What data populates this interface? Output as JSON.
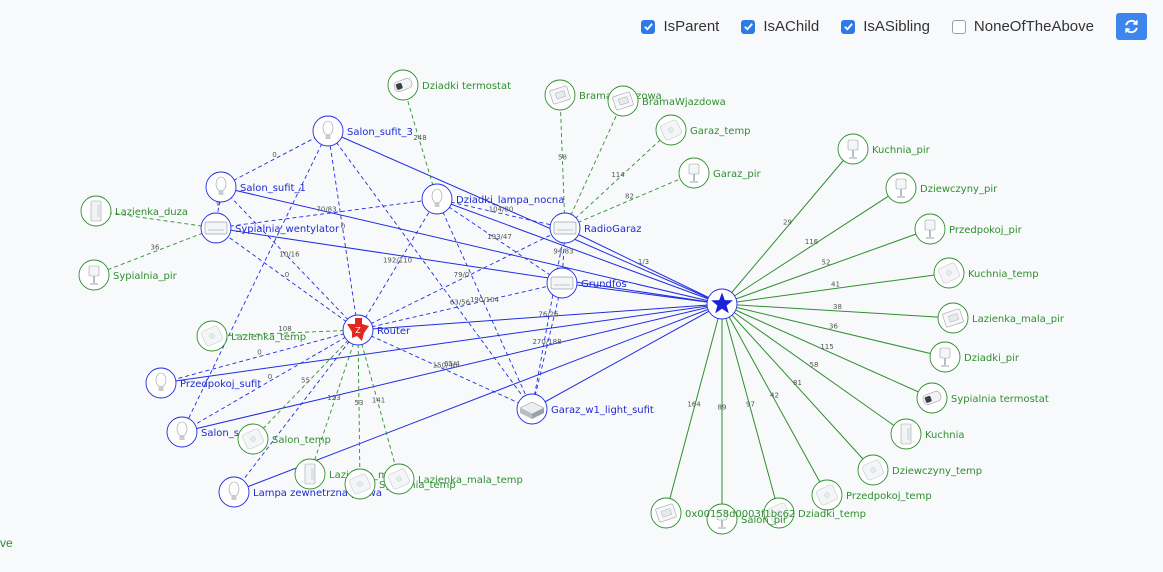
{
  "toolbar": {
    "checkboxes": [
      {
        "label": "IsParent",
        "checked": true
      },
      {
        "label": "IsAChild",
        "checked": true
      },
      {
        "label": "IsASibling",
        "checked": true
      },
      {
        "label": "NoneOfTheAbove",
        "checked": false
      }
    ],
    "refresh_icon": "refresh-icon"
  },
  "legend_fragment": "ve",
  "colors": {
    "parent": "#1f2de0",
    "sibling": "#2f8f2f",
    "router": "#e02020",
    "bg": "#f8f9fb"
  },
  "nodes": [
    {
      "id": "coord",
      "label": "",
      "kind": "coordinator",
      "icon": "star-icon"
    },
    {
      "id": "router",
      "label": "Router",
      "kind": "router",
      "icon": "router-icon"
    },
    {
      "id": "radiogaraz",
      "label": "RadioGaraz",
      "kind": "router",
      "icon": "plug-icon"
    },
    {
      "id": "grundfos",
      "label": "Grundfos",
      "kind": "router",
      "icon": "plug-icon"
    },
    {
      "id": "garazw1",
      "label": "Garaz_w1_light_sufit",
      "kind": "router",
      "icon": "box-icon"
    },
    {
      "id": "salon3",
      "label": "Salon_sufit_3",
      "kind": "router",
      "icon": "bulb-icon"
    },
    {
      "id": "salon1",
      "label": "Salon_sufit_1",
      "kind": "router",
      "icon": "bulb-icon"
    },
    {
      "id": "dzlampa",
      "label": "Dziadki_lampa_nocna",
      "kind": "router",
      "icon": "bulb-icon"
    },
    {
      "id": "sypwent",
      "label": "Sypialnia_wentylator",
      "kind": "router",
      "icon": "plug-icon"
    },
    {
      "id": "przedsuf",
      "label": "Przedpokoj_sufit",
      "kind": "router",
      "icon": "bulb-icon"
    },
    {
      "id": "salonsu",
      "label": "Salon_su",
      "kind": "router",
      "icon": "bulb-icon"
    },
    {
      "id": "lampazew",
      "label": "Lampa zewnetrzna prawa",
      "kind": "router",
      "icon": "bulb-icon"
    },
    {
      "id": "dztermo",
      "label": "Dziadki termostat",
      "kind": "end",
      "icon": "thermostat-icon"
    },
    {
      "id": "bramagar",
      "label": "BramaGarazowa",
      "kind": "end",
      "icon": "sensor-icon"
    },
    {
      "id": "bramawj",
      "label": "BramaWjazdowa",
      "kind": "end",
      "icon": "sensor-icon"
    },
    {
      "id": "garaztemp",
      "label": "Garaz_temp",
      "kind": "end",
      "icon": "temp-icon"
    },
    {
      "id": "garazpir",
      "label": "Garaz_pir",
      "kind": "end",
      "icon": "pir-icon"
    },
    {
      "id": "lazduza",
      "label": "Lazienka_duza",
      "kind": "end",
      "icon": "door-icon"
    },
    {
      "id": "syppir",
      "label": "Sypialnia_pir",
      "kind": "end",
      "icon": "pir-icon"
    },
    {
      "id": "laztemp",
      "label": "Lazienka_temp",
      "kind": "end",
      "icon": "temp-icon"
    },
    {
      "id": "salontemp",
      "label": "Salon_temp",
      "kind": "end",
      "icon": "temp-icon"
    },
    {
      "id": "lazmala",
      "label": "Lazienka_mala",
      "kind": "end",
      "icon": "door-icon"
    },
    {
      "id": "syptemp",
      "label": "Sypialnia_temp",
      "kind": "end",
      "icon": "temp-icon"
    },
    {
      "id": "lazmalatemp",
      "label": "Lazienka_mala_temp",
      "kind": "end",
      "icon": "temp-icon"
    },
    {
      "id": "kuchpir",
      "label": "Kuchnia_pir",
      "kind": "end",
      "icon": "pir-icon"
    },
    {
      "id": "dziewpir",
      "label": "Dziewczyny_pir",
      "kind": "end",
      "icon": "pir-icon"
    },
    {
      "id": "przedpir",
      "label": "Przedpokoj_pir",
      "kind": "end",
      "icon": "pir-icon"
    },
    {
      "id": "kuchtemp",
      "label": "Kuchnia_temp",
      "kind": "end",
      "icon": "temp-icon"
    },
    {
      "id": "lazmalapir",
      "label": "Lazienka_mala_pir",
      "kind": "end",
      "icon": "sensor-icon"
    },
    {
      "id": "dzpir",
      "label": "Dziadki_pir",
      "kind": "end",
      "icon": "pir-icon"
    },
    {
      "id": "syptermo",
      "label": "Sypialnia termostat",
      "kind": "end",
      "icon": "thermostat-icon"
    },
    {
      "id": "kuchnia",
      "label": "Kuchnia",
      "kind": "end",
      "icon": "door-icon"
    },
    {
      "id": "dziewtemp",
      "label": "Dziewczyny_temp",
      "kind": "end",
      "icon": "temp-icon"
    },
    {
      "id": "przedtemp",
      "label": "Przedpokoj_temp",
      "kind": "end",
      "icon": "temp-icon"
    },
    {
      "id": "dztemp",
      "label": "Dziadki_temp",
      "kind": "end",
      "icon": "temp-icon"
    },
    {
      "id": "salonpir",
      "label": "Salon_pir",
      "kind": "end",
      "icon": "pir-icon"
    },
    {
      "id": "hexdev",
      "label": "0x00158d0003f1bc62",
      "kind": "end",
      "icon": "sensor-icon"
    }
  ],
  "links": [
    {
      "a": "coord",
      "b": "salon3",
      "lqi": "",
      "rel": "parent"
    },
    {
      "a": "coord",
      "b": "salon1",
      "lqi": "",
      "rel": "parent"
    },
    {
      "a": "coord",
      "b": "sypwent",
      "lqi": "",
      "rel": "parent"
    },
    {
      "a": "coord",
      "b": "router",
      "lqi": "",
      "rel": "parent"
    },
    {
      "a": "coord",
      "b": "przedsuf",
      "lqi": "",
      "rel": "parent"
    },
    {
      "a": "coord",
      "b": "salonsu",
      "lqi": "65/4",
      "rel": "parent"
    },
    {
      "a": "coord",
      "b": "lampazew",
      "lqi": "",
      "rel": "parent"
    },
    {
      "a": "coord",
      "b": "radiogaraz",
      "lqi": "1/3",
      "rel": "parent"
    },
    {
      "a": "coord",
      "b": "grundfos",
      "lqi": "",
      "rel": "parent"
    },
    {
      "a": "coord",
      "b": "garazw1",
      "lqi": "",
      "rel": "parent"
    },
    {
      "a": "coord",
      "b": "dzlampa",
      "lqi": "",
      "rel": "parent"
    },
    {
      "a": "coord",
      "b": "kuchpir",
      "lqi": "29",
      "rel": "child"
    },
    {
      "a": "coord",
      "b": "dziewpir",
      "lqi": "116",
      "rel": "child"
    },
    {
      "a": "coord",
      "b": "przedpir",
      "lqi": "52",
      "rel": "child"
    },
    {
      "a": "coord",
      "b": "kuchtemp",
      "lqi": "41",
      "rel": "child"
    },
    {
      "a": "coord",
      "b": "lazmalapir",
      "lqi": "38",
      "rel": "child"
    },
    {
      "a": "coord",
      "b": "dzpir",
      "lqi": "36",
      "rel": "child"
    },
    {
      "a": "coord",
      "b": "syptermo",
      "lqi": "115",
      "rel": "child"
    },
    {
      "a": "coord",
      "b": "kuchnia",
      "lqi": "58",
      "rel": "child"
    },
    {
      "a": "coord",
      "b": "dziewtemp",
      "lqi": "81",
      "rel": "child"
    },
    {
      "a": "coord",
      "b": "przedtemp",
      "lqi": "42",
      "rel": "child"
    },
    {
      "a": "coord",
      "b": "dztemp",
      "lqi": "97",
      "rel": "child"
    },
    {
      "a": "coord",
      "b": "salonpir",
      "lqi": "89",
      "rel": "child"
    },
    {
      "a": "coord",
      "b": "hexdev",
      "lqi": "164",
      "rel": "child"
    },
    {
      "a": "router",
      "b": "salon3",
      "lqi": "0",
      "rel": "sibling_r"
    },
    {
      "a": "router",
      "b": "salon1",
      "lqi": "10/16",
      "rel": "sibling_r"
    },
    {
      "a": "router",
      "b": "sypwent",
      "lqi": "0",
      "rel": "sibling_r"
    },
    {
      "a": "router",
      "b": "dzlampa",
      "lqi": "192/110",
      "rel": "sibling_r"
    },
    {
      "a": "router",
      "b": "radiogaraz",
      "lqi": "79/0",
      "rel": "sibling_r"
    },
    {
      "a": "router",
      "b": "grundfos",
      "lqi": "63/56",
      "rel": "sibling_r"
    },
    {
      "a": "router",
      "b": "garazw1",
      "lqi": "150/46",
      "rel": "sibling_r"
    },
    {
      "a": "router",
      "b": "przedsuf",
      "lqi": "0",
      "rel": "sibling_r"
    },
    {
      "a": "router",
      "b": "salonsu",
      "lqi": "0",
      "rel": "sibling_r"
    },
    {
      "a": "router",
      "b": "lampazew",
      "lqi": "",
      "rel": "sibling_r"
    },
    {
      "a": "salon1",
      "b": "salon3",
      "lqi": "0",
      "rel": "sibling_r"
    },
    {
      "a": "salon1",
      "b": "sypwent",
      "lqi": "0",
      "rel": "sibling_r"
    },
    {
      "a": "sypwent",
      "b": "dzlampa",
      "lqi": "70/83",
      "rel": "sibling_r"
    },
    {
      "a": "dzlampa",
      "b": "radiogaraz",
      "lqi": "104/80",
      "rel": "sibling_r"
    },
    {
      "a": "dzlampa",
      "b": "grundfos",
      "lqi": "193/47",
      "rel": "sibling_r"
    },
    {
      "a": "dzlampa",
      "b": "garazw1",
      "lqi": "190/104",
      "rel": "sibling_r"
    },
    {
      "a": "radiogaraz",
      "b": "grundfos",
      "lqi": "94/83",
      "rel": "sibling_r"
    },
    {
      "a": "grundfos",
      "b": "garazw1",
      "lqi": "270/188",
      "rel": "sibling_r"
    },
    {
      "a": "garazw1",
      "b": "radiogaraz",
      "lqi": "76/26",
      "rel": "sibling_r"
    },
    {
      "a": "salon3",
      "b": "garazw1",
      "lqi": "",
      "rel": "sibling_r"
    },
    {
      "a": "salon3",
      "b": "salonsu",
      "lqi": "",
      "rel": "sibling_r"
    },
    {
      "a": "router",
      "b": "laztemp",
      "lqi": "108",
      "rel": "sibling_e"
    },
    {
      "a": "router",
      "b": "salontemp",
      "lqi": "55",
      "rel": "sibling_e"
    },
    {
      "a": "router",
      "b": "lazmala",
      "lqi": "123",
      "rel": "sibling_e"
    },
    {
      "a": "router",
      "b": "syptemp",
      "lqi": "53",
      "rel": "sibling_e"
    },
    {
      "a": "router",
      "b": "lazmalatemp",
      "lqi": "141",
      "rel": "sibling_e"
    },
    {
      "a": "sypwent",
      "b": "lazduza",
      "lqi": "",
      "rel": "sibling_e"
    },
    {
      "a": "sypwent",
      "b": "syppir",
      "lqi": "36",
      "rel": "sibling_e"
    },
    {
      "a": "dzlampa",
      "b": "dztermo",
      "lqi": "248",
      "rel": "sibling_e"
    },
    {
      "a": "radiogaraz",
      "b": "bramagar",
      "lqi": "58",
      "rel": "sibling_e"
    },
    {
      "a": "radiogaraz",
      "b": "bramawj",
      "lqi": "",
      "rel": "sibling_e"
    },
    {
      "a": "radiogaraz",
      "b": "garaztemp",
      "lqi": "114",
      "rel": "sibling_e"
    },
    {
      "a": "radiogaraz",
      "b": "garazpir",
      "lqi": "82",
      "rel": "sibling_e"
    }
  ]
}
